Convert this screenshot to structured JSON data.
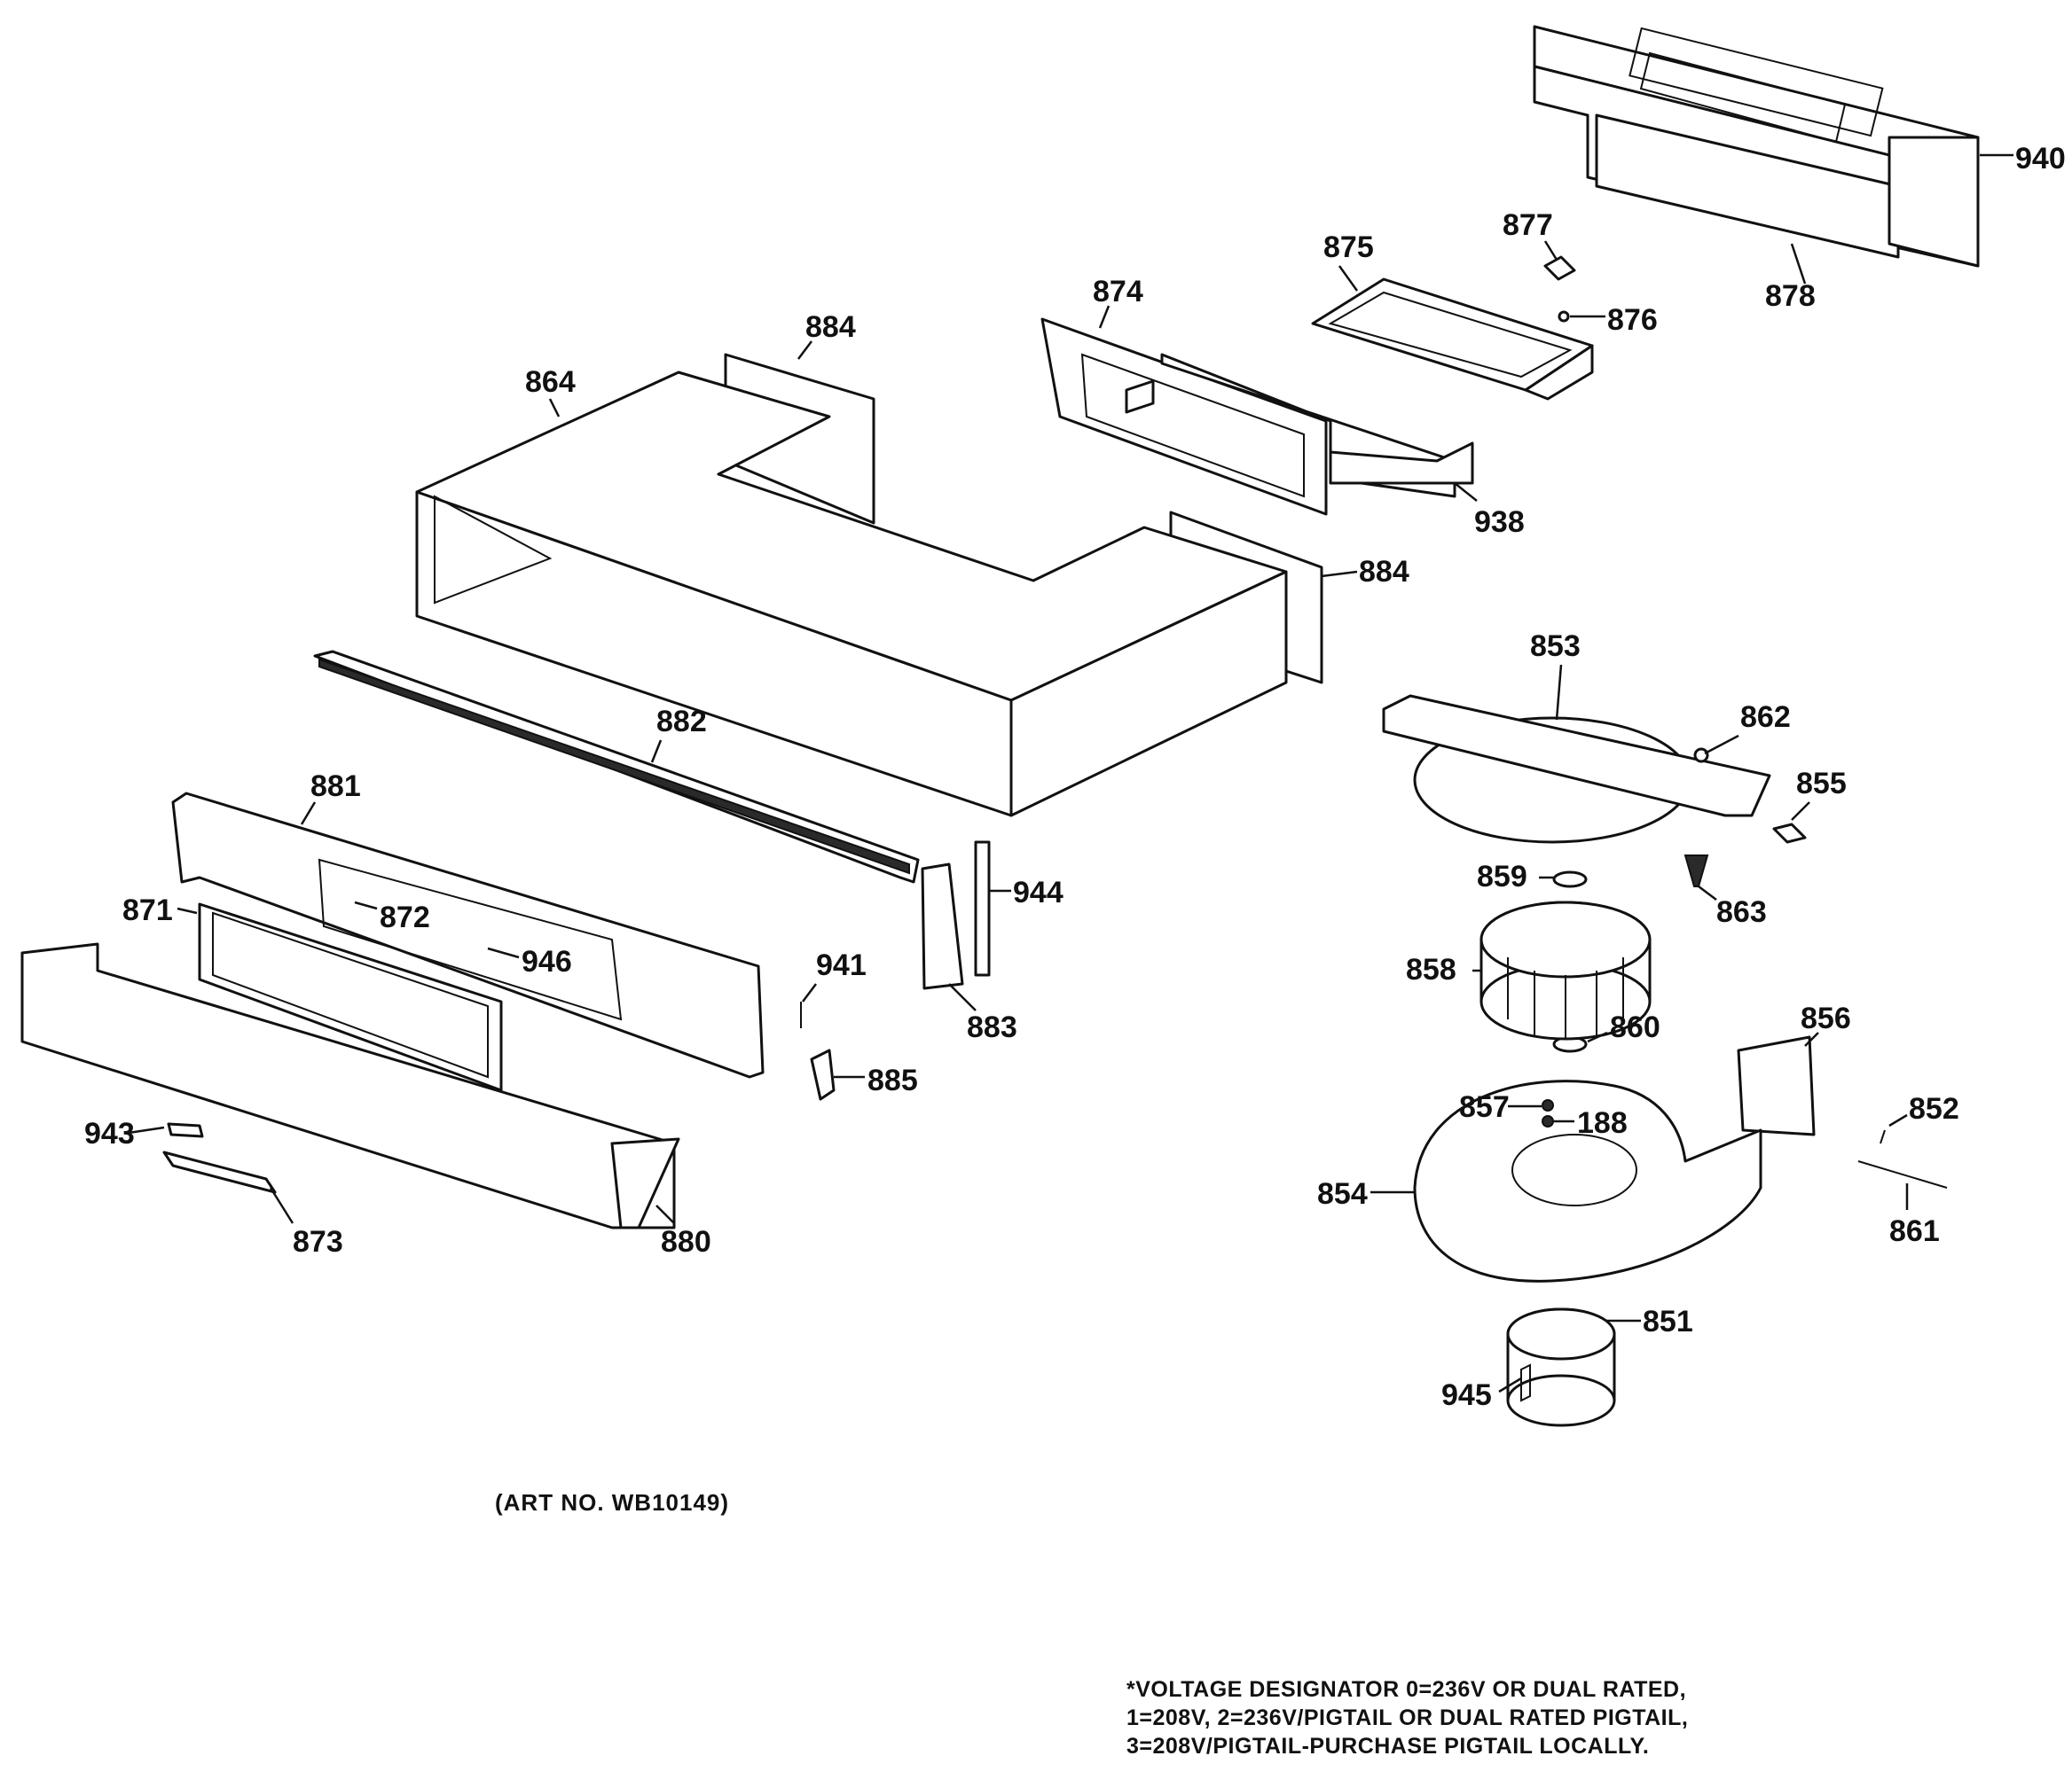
{
  "diagram": {
    "art_number": "(ART NO. WB10149)",
    "voltage_note": [
      "*VOLTAGE DESIGNATOR 0=236V OR DUAL RATED,",
      " 1=208V, 2=236V/PIGTAIL OR DUAL RATED PIGTAIL,",
      "3=208V/PIGTAIL-PURCHASE PIGTAIL LOCALLY."
    ],
    "callouts": {
      "c940": "940",
      "c878": "878",
      "c877": "877",
      "c876": "876",
      "c875": "875",
      "c874": "874",
      "c938": "938",
      "c884a": "884",
      "c884b": "884",
      "c864": "864",
      "c882": "882",
      "c881": "881",
      "c871": "871",
      "c872": "872",
      "c946": "946",
      "c944": "944",
      "c941": "941",
      "c883": "883",
      "c885": "885",
      "c943": "943",
      "c873": "873",
      "c880": "880",
      "c853": "853",
      "c862": "862",
      "c855": "855",
      "c859": "859",
      "c863": "863",
      "c858": "858",
      "c860": "860",
      "c856": "856",
      "c857": "857",
      "c188": "188",
      "c852": "852",
      "c854": "854",
      "c861": "861",
      "c851": "851",
      "c945": "945"
    }
  }
}
